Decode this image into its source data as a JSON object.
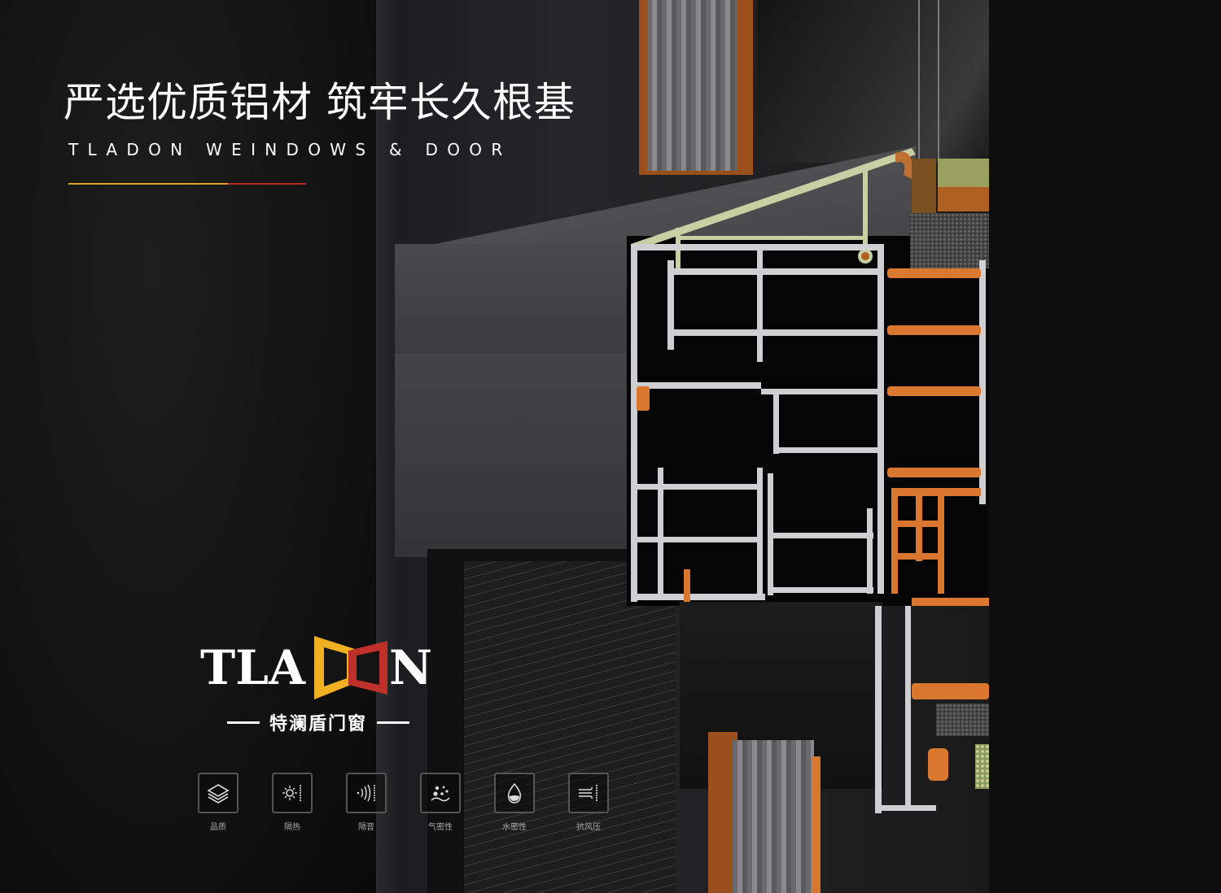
{
  "headline": {
    "title": "严选优质铝材 筑牢长久根基",
    "subtitle": "TLADON WEINDOWS & DOOR"
  },
  "accent_colors": {
    "gold": "#e0a020",
    "red": "#b82a22",
    "aluminum": "#cfcfd2",
    "thermal_break_orange": "#d9782e"
  },
  "logo": {
    "letters_left": "TLA",
    "letters_right": "N",
    "chinese_name": "特澜盾门窗"
  },
  "features": [
    {
      "icon": "layers-icon",
      "label": "品质"
    },
    {
      "icon": "sun-heat-icon",
      "label": "隔热"
    },
    {
      "icon": "sound-wave-icon",
      "label": "隔音"
    },
    {
      "icon": "air-particles-icon",
      "label": "气密性"
    },
    {
      "icon": "water-drop-icon",
      "label": "水密性"
    },
    {
      "icon": "wind-icon",
      "label": "抗风压"
    }
  ]
}
